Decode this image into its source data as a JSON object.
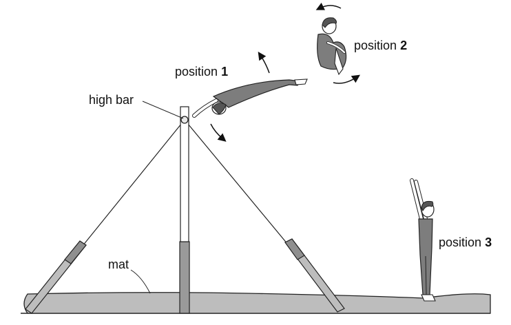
{
  "labels": {
    "high_bar": "high bar",
    "mat": "mat",
    "position1_text": "position",
    "position1_num": "1",
    "position2_text": "position",
    "position2_num": "2",
    "position3_text": "position",
    "position3_num": "3"
  },
  "colors": {
    "equipment_fill": "#bdbdbd",
    "post_dark_fill": "#9a9a9a",
    "body_fill": "#7d7d7d",
    "skin_fill": "#ffffff",
    "outline": "#222222"
  }
}
